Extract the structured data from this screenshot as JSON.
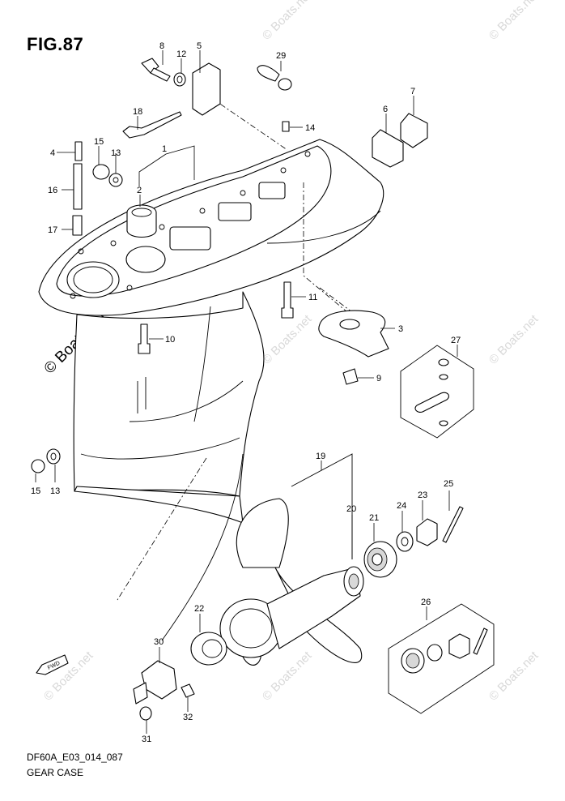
{
  "figure": {
    "title": "FIG.87",
    "code": "DF60A_E03_014_087",
    "name": "GEAR CASE"
  },
  "watermark": {
    "text": "© Boats.net",
    "color": "#d9d9d9"
  },
  "callouts": [
    "8",
    "12",
    "5",
    "29",
    "18",
    "7",
    "6",
    "14",
    "15",
    "13",
    "4",
    "1",
    "16",
    "2",
    "17",
    "11",
    "3",
    "10",
    "27",
    "9",
    "15",
    "13",
    "19",
    "20",
    "25",
    "23",
    "24",
    "21",
    "22",
    "26",
    "30",
    "32",
    "31"
  ]
}
